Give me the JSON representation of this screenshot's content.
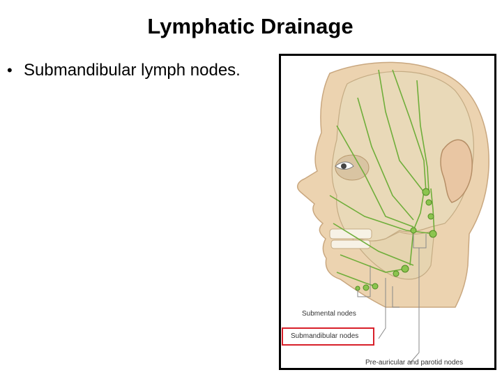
{
  "slide": {
    "title": "Lymphatic Drainage",
    "bullets": [
      {
        "marker": "•",
        "text": "Submandibular lymph nodes."
      }
    ]
  },
  "figure": {
    "labels": {
      "submental": "Submental nodes",
      "submandibular": "Submandibular nodes",
      "preauricular": "Pre-auricular and parotid nodes"
    },
    "highlight_color": "#d8202a",
    "lymph_color": "#6fae3a",
    "skin_color": "#ecd3b0",
    "bone_color": "#e9d9b8"
  }
}
